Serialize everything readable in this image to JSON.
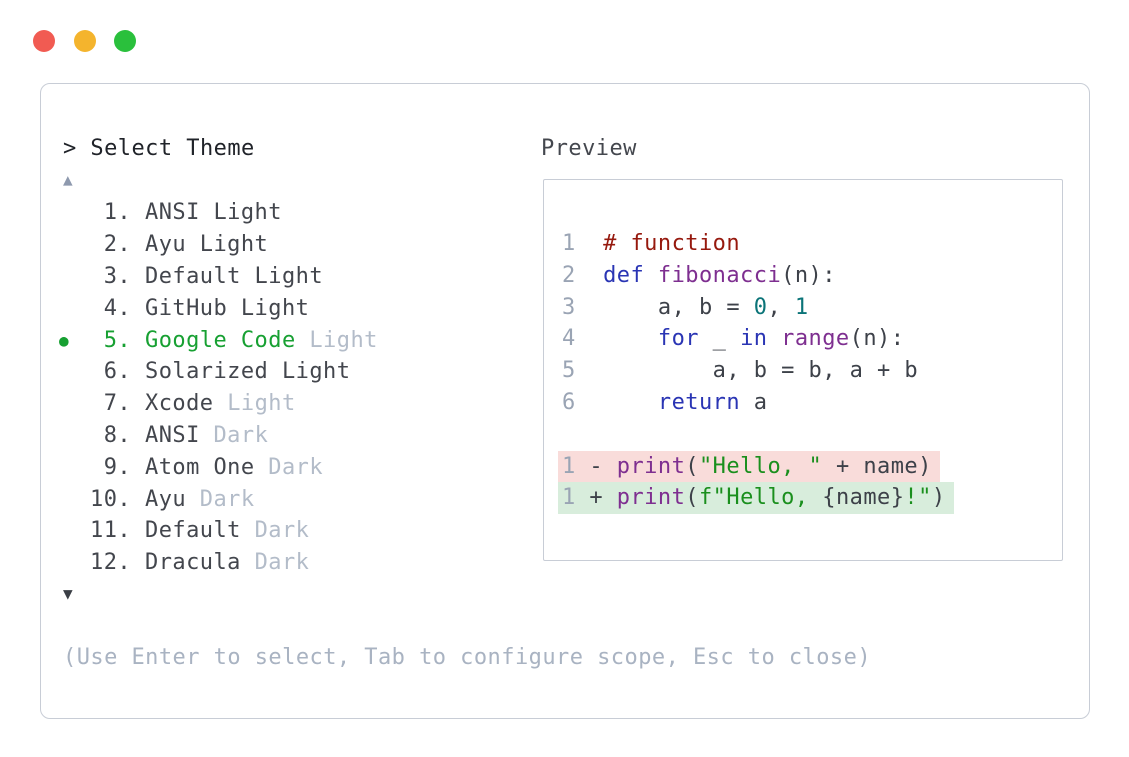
{
  "window": {
    "buttons": [
      {
        "name": "close",
        "color": "#f15b52"
      },
      {
        "name": "minimize",
        "color": "#f4b42d"
      },
      {
        "name": "maximize",
        "color": "#2ac03c"
      }
    ]
  },
  "picker": {
    "prompt": "> Select Theme",
    "scroll_up": "▲",
    "scroll_down": "▼",
    "items": [
      {
        "number": " 1.",
        "main": "ANSI Light",
        "suffix": "",
        "selected": false
      },
      {
        "number": " 2.",
        "main": "Ayu Light",
        "suffix": "",
        "selected": false
      },
      {
        "number": " 3.",
        "main": "Default Light",
        "suffix": "",
        "selected": false
      },
      {
        "number": " 4.",
        "main": "GitHub Light",
        "suffix": "",
        "selected": false
      },
      {
        "number": " 5.",
        "main": "Google Code",
        "suffix": "Light",
        "selected": true
      },
      {
        "number": " 6.",
        "main": "Solarized Light",
        "suffix": "",
        "selected": false
      },
      {
        "number": " 7.",
        "main": "Xcode",
        "suffix": "Light",
        "selected": false
      },
      {
        "number": " 8.",
        "main": "ANSI",
        "suffix": "Dark",
        "selected": false
      },
      {
        "number": " 9.",
        "main": "Atom One",
        "suffix": "Dark",
        "selected": false
      },
      {
        "number": "10.",
        "main": "Ayu",
        "suffix": "Dark",
        "selected": false
      },
      {
        "number": "11.",
        "main": "Default",
        "suffix": "Dark",
        "selected": false
      },
      {
        "number": "12.",
        "main": "Dracula",
        "suffix": "Dark",
        "selected": false
      }
    ],
    "selected_bullet": "●",
    "hint": "(Use Enter to select, Tab to configure scope, Esc to close)"
  },
  "preview": {
    "title": "Preview",
    "lines": [
      {
        "bg": "none",
        "tokens": [
          {
            "t": "1",
            "c": "linenum"
          },
          {
            "t": "  ",
            "c": "plain"
          },
          {
            "t": "# function",
            "c": "comment"
          }
        ]
      },
      {
        "bg": "none",
        "tokens": [
          {
            "t": "2",
            "c": "linenum"
          },
          {
            "t": "  ",
            "c": "plain"
          },
          {
            "t": "def",
            "c": "keyword"
          },
          {
            "t": " ",
            "c": "plain"
          },
          {
            "t": "fibonacci",
            "c": "name"
          },
          {
            "t": "(n):",
            "c": "plain"
          }
        ]
      },
      {
        "bg": "none",
        "tokens": [
          {
            "t": "3",
            "c": "linenum"
          },
          {
            "t": "      a, b = ",
            "c": "plain"
          },
          {
            "t": "0",
            "c": "literal"
          },
          {
            "t": ", ",
            "c": "plain"
          },
          {
            "t": "1",
            "c": "literal"
          }
        ]
      },
      {
        "bg": "none",
        "tokens": [
          {
            "t": "4",
            "c": "linenum"
          },
          {
            "t": "      ",
            "c": "plain"
          },
          {
            "t": "for",
            "c": "keyword"
          },
          {
            "t": " _ ",
            "c": "plain"
          },
          {
            "t": "in",
            "c": "keyword"
          },
          {
            "t": " ",
            "c": "plain"
          },
          {
            "t": "range",
            "c": "name"
          },
          {
            "t": "(n):",
            "c": "plain"
          }
        ]
      },
      {
        "bg": "none",
        "tokens": [
          {
            "t": "5",
            "c": "linenum"
          },
          {
            "t": "          a, b = b, a + b",
            "c": "plain"
          }
        ]
      },
      {
        "bg": "none",
        "tokens": [
          {
            "t": "6",
            "c": "linenum"
          },
          {
            "t": "      ",
            "c": "plain"
          },
          {
            "t": "return",
            "c": "keyword"
          },
          {
            "t": " a",
            "c": "plain"
          }
        ]
      },
      {
        "bg": "none",
        "tokens": []
      },
      {
        "bg": "removed",
        "tokens": [
          {
            "t": "1",
            "c": "linenum"
          },
          {
            "t": " - ",
            "c": "plain"
          },
          {
            "t": "print",
            "c": "name"
          },
          {
            "t": "(",
            "c": "plain"
          },
          {
            "t": "\"Hello, \"",
            "c": "string"
          },
          {
            "t": " + name)",
            "c": "plain"
          }
        ]
      },
      {
        "bg": "added",
        "tokens": [
          {
            "t": "1",
            "c": "linenum"
          },
          {
            "t": " + ",
            "c": "plain"
          },
          {
            "t": "print",
            "c": "name"
          },
          {
            "t": "(",
            "c": "plain"
          },
          {
            "t": "f\"Hello, ",
            "c": "string"
          },
          {
            "t": "{name}",
            "c": "plain"
          },
          {
            "t": "!\"",
            "c": "string"
          },
          {
            "t": ")",
            "c": "plain"
          }
        ]
      }
    ]
  },
  "colors": {
    "tl_red": "#f15b52",
    "tl_yellow": "#f4b42d",
    "tl_green": "#2ac03c",
    "border": "#c8cdd6",
    "prompt": "#202329",
    "title": "#44474e",
    "item_text": "#43464d",
    "dim_text": "#b3bcc9",
    "accent_green": "#17a032",
    "hint": "#a9b3c2",
    "arrow_up": "#8e99ae",
    "arrow_down": "#3a3e45",
    "tok_plain": "#3d4149",
    "tok_linenum": "#9aa4b4",
    "tok_comment": "#96190e",
    "tok_keyword": "#2a35b4",
    "tok_name": "#7e2f90",
    "tok_literal": "#0b7478",
    "tok_string": "#1a8f1d",
    "removed_bg": "#f9dcda",
    "added_bg": "#d8eddc"
  }
}
